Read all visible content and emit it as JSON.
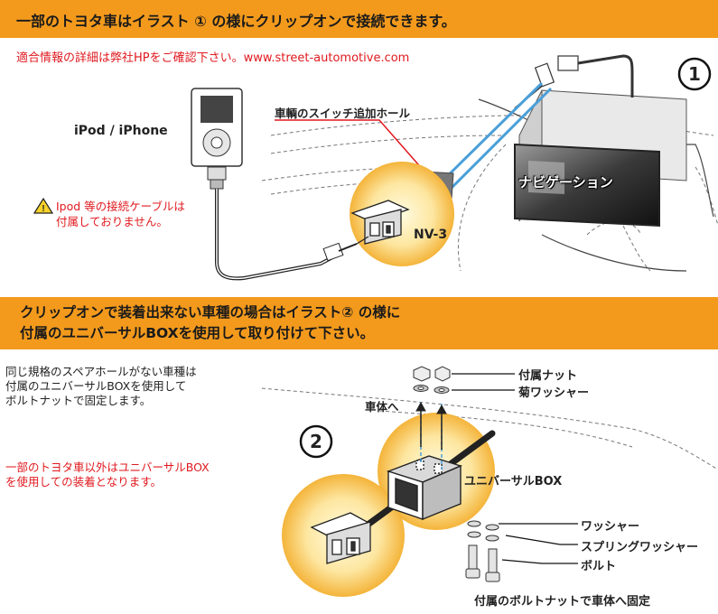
{
  "section1": {
    "banner": "一部のトヨタ車はイラスト ① の様にクリップオンで接続できます。",
    "site_note": "適合情報の詳細は弊社HPをご確認下さい。www.street-automotive.com",
    "ipod_label": "iPod / iPhone",
    "cable_warning": [
      "Ipod 等の接続ケーブルは",
      "付属しておりません。"
    ],
    "switch_hole_label": "車輌のスイッチ追加ホール",
    "navigation_label": "ナビゲーション",
    "product_label": "NV-3",
    "illustration_number": "1"
  },
  "section2": {
    "banner_lines": [
      "クリップオンで装着出来ない車種の場合はイラスト② の様に",
      "付属のユニバーサルBOXを使用して取り付けて下さい。"
    ],
    "note_black": [
      "同じ規格のスペアホールがない車種は",
      "付属のユニバーサルBOXを使用して",
      "ボルトナットで固定します。"
    ],
    "note_red": [
      "一部のトヨタ車以外はユニバーサルBOX",
      "を使用しての装着となります。"
    ],
    "illustration_number": "2",
    "labels": {
      "nut": "付属ナット",
      "lock_washer": "菊ワッシャー",
      "to_body": "車体へ",
      "universal_box": "ユニバーサルBOX",
      "washer": "ワッシャー",
      "spring_washer": "スプリングワッシャー",
      "bolt": "ボルト",
      "fix_caption": "付属のボルトナットで車体へ固定"
    }
  },
  "colors": {
    "banner": "#f39a1d",
    "accent_red": "#e0191f",
    "cable_blue": "#4a9fd8",
    "glow": "#f5b940"
  }
}
